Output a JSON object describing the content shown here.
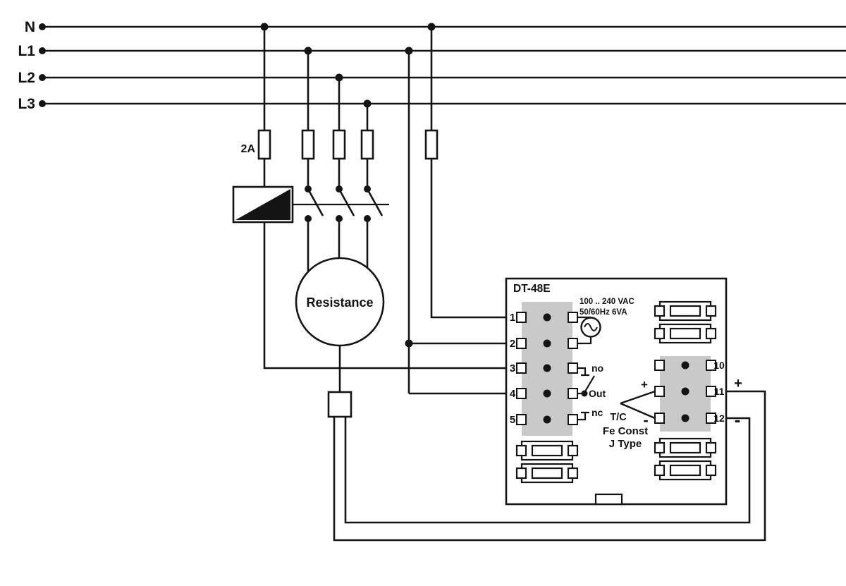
{
  "diagram": {
    "colors": {
      "line": "#141414",
      "terminal_gray": "#c9c9c9",
      "background": "#ffffff"
    },
    "rails": [
      {
        "label": "N"
      },
      {
        "label": "L1"
      },
      {
        "label": "L2"
      },
      {
        "label": "L3"
      }
    ],
    "fuse_label": "2A",
    "load_label": "Resistance",
    "controller": {
      "model": "DT-48E",
      "supply_rating_line1": "100 .. 240 VAC",
      "supply_rating_line2": "50/60Hz 6VA",
      "relay": {
        "no_label": "no",
        "out_label": "Out",
        "nc_label": "nc"
      },
      "sensor": {
        "tc_label": "T/C",
        "plus_label": "+",
        "minus_label": "-",
        "type_line1": "Fe Const",
        "type_line2": "J Type"
      },
      "left_terminals": [
        "1",
        "2",
        "3",
        "4",
        "5"
      ],
      "right_terminals": [
        "10",
        "11",
        "12"
      ]
    },
    "external_probe": {
      "plus_label": "+",
      "minus_label": "-"
    }
  }
}
